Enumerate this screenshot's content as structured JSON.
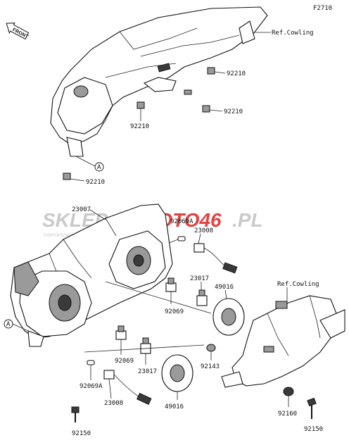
{
  "figure_code": "F2710",
  "front_badge": "FRONT",
  "ref_cowling_top": "Ref.Cowling",
  "ref_cowling_frame": "Ref.Cowling",
  "watermark": {
    "left": "SKLEP",
    "accent": "MOTO46",
    "suffix": ".PL",
    "sub": "internetowy sklep motocyklowy"
  },
  "callouts": {
    "clip_a": "92210",
    "clip_b": "92210",
    "clip_c": "92210",
    "clip_d": "92210",
    "ref_a_top": "A",
    "ref_a_left": "A",
    "headlight_assy": "23007",
    "bulb_socket_top": "92069A",
    "socket_top": "23008",
    "bulb_upper": "23017",
    "dust_cover_upper": "49016",
    "bulb_upper_small": "92069",
    "bulb_left": "92069",
    "bulb_left_b": "23017",
    "bulb_small_left": "92069A",
    "socket_left": "23008",
    "dust_cover_lower": "49016",
    "bolt_left": "92150",
    "grommet": "92143",
    "nut": "92160",
    "bolt_right": "92150"
  }
}
